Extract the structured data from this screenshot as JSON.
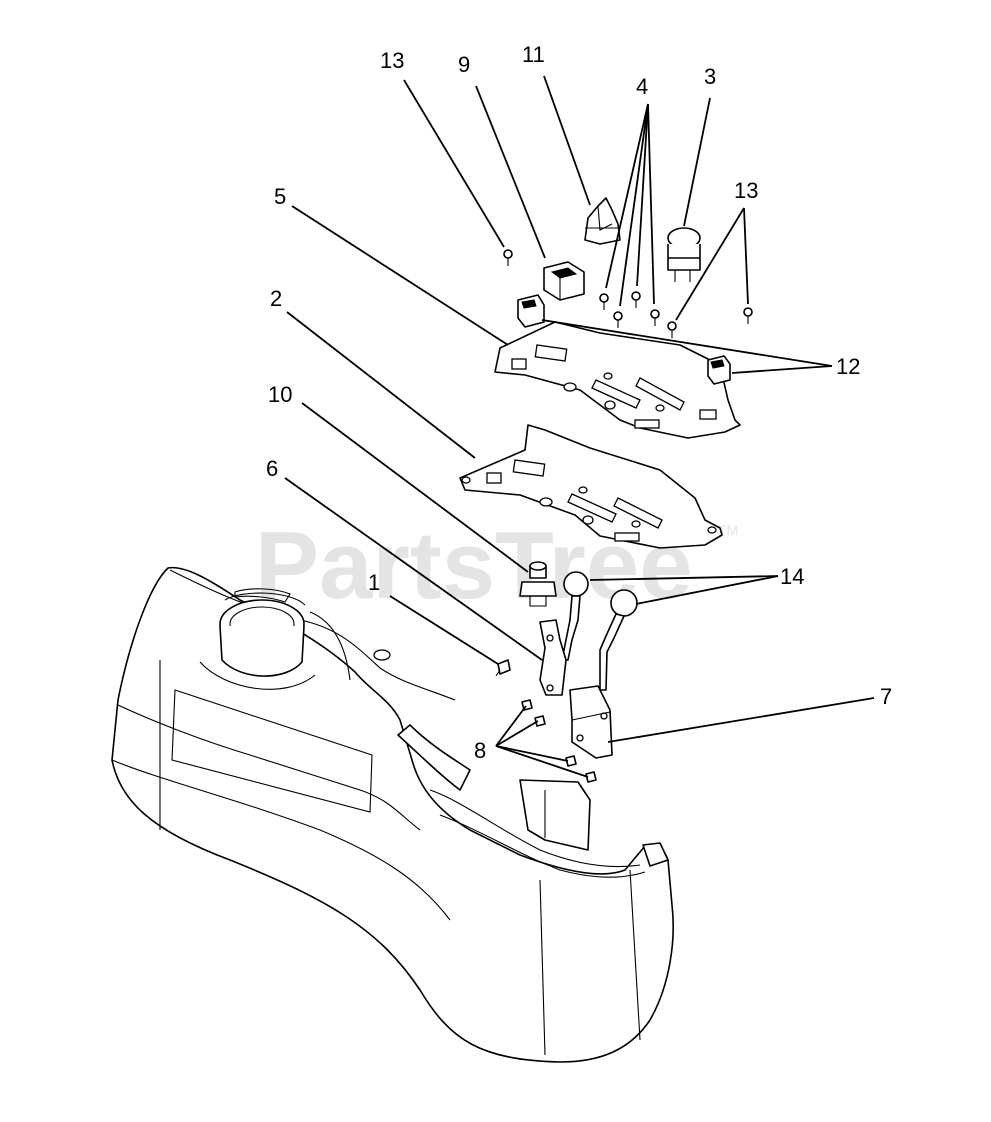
{
  "watermark": {
    "text": "PartsTree",
    "trademark": "TM"
  },
  "callouts": [
    {
      "id": "c13a",
      "text": "13"
    },
    {
      "id": "c9",
      "text": "9"
    },
    {
      "id": "c11",
      "text": "11"
    },
    {
      "id": "c4",
      "text": "4"
    },
    {
      "id": "c3",
      "text": "3"
    },
    {
      "id": "c13b",
      "text": "13"
    },
    {
      "id": "c5",
      "text": "5"
    },
    {
      "id": "c2",
      "text": "2"
    },
    {
      "id": "c12",
      "text": "12"
    },
    {
      "id": "c10",
      "text": "10"
    },
    {
      "id": "c6",
      "text": "6"
    },
    {
      "id": "c14",
      "text": "14"
    },
    {
      "id": "c1",
      "text": "1"
    },
    {
      "id": "c7",
      "text": "7"
    },
    {
      "id": "c8",
      "text": "8"
    }
  ]
}
